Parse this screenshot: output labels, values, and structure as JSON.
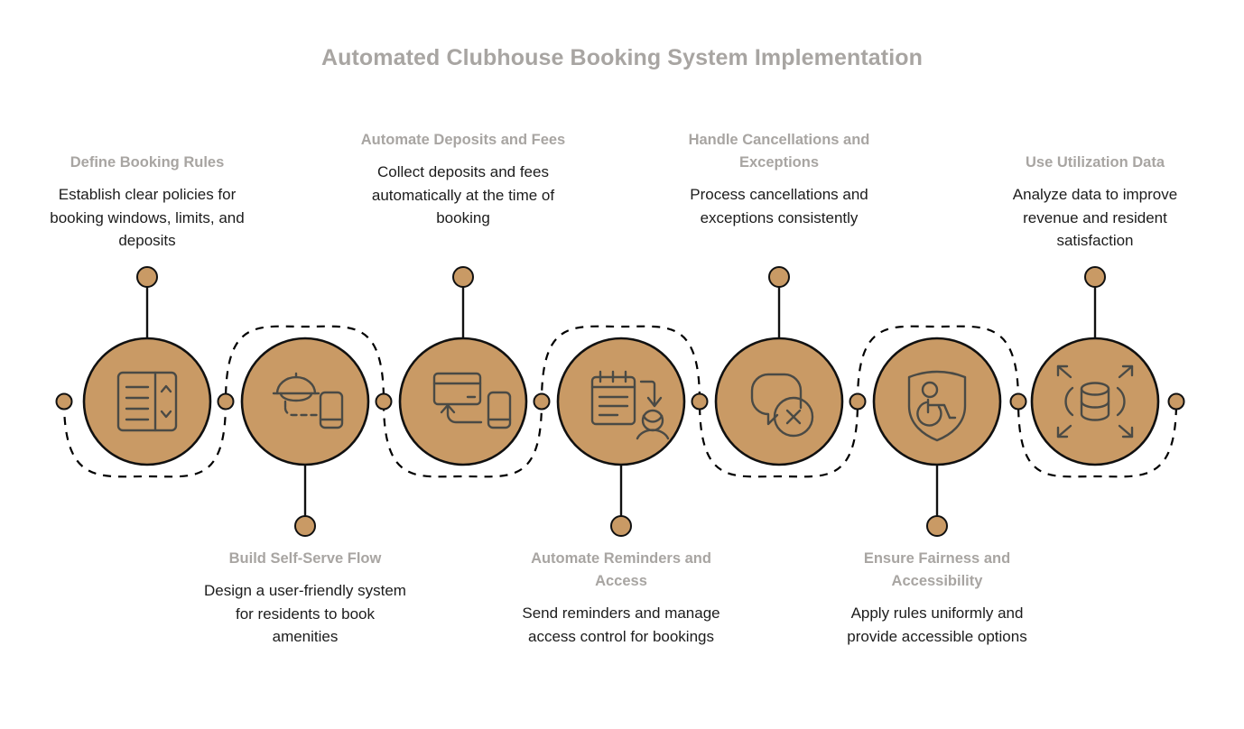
{
  "header": {
    "title": "Automated Clubhouse Booking System Implementation"
  },
  "theme": {
    "circle_fill": "#c99a65",
    "circle_stroke": "#111111",
    "icon_stroke": "#4a4a45",
    "heading_color": "#a8a5a2",
    "body_color": "#1c1c1c",
    "background": "#ffffff",
    "path_stroke": "#000000"
  },
  "steps": [
    {
      "index": 1,
      "position": "top",
      "icon": "rules-panel-icon",
      "heading": "Define Booking Rules",
      "description": "Establish clear policies for booking windows, limits, and deposits"
    },
    {
      "index": 2,
      "position": "bottom",
      "icon": "service-dome-device-icon",
      "heading": "Build Self-Serve Flow",
      "description": "Design a user-friendly system for residents to book amenities"
    },
    {
      "index": 3,
      "position": "top",
      "icon": "credit-card-mobile-payment-icon",
      "heading": "Automate Deposits and Fees",
      "description": "Collect deposits and fees automatically at the time of booking"
    },
    {
      "index": 4,
      "position": "bottom",
      "icon": "notepad-reminder-person-icon",
      "heading": "Automate Reminders and Access",
      "description": "Send reminders and manage access control for bookings"
    },
    {
      "index": 5,
      "position": "top",
      "icon": "speech-bubble-cancel-icon",
      "heading": "Handle Cancellations and Exceptions",
      "description": "Process cancellations and exceptions consistently"
    },
    {
      "index": 6,
      "position": "bottom",
      "icon": "shield-accessibility-icon",
      "heading": "Ensure Fairness and Accessibility",
      "description": "Apply rules uniformly and provide accessible options"
    },
    {
      "index": 7,
      "position": "top",
      "icon": "database-expand-arrows-icon",
      "heading": "Use Utilization Data",
      "description": "Analyze data to improve revenue and resident satisfaction"
    }
  ]
}
